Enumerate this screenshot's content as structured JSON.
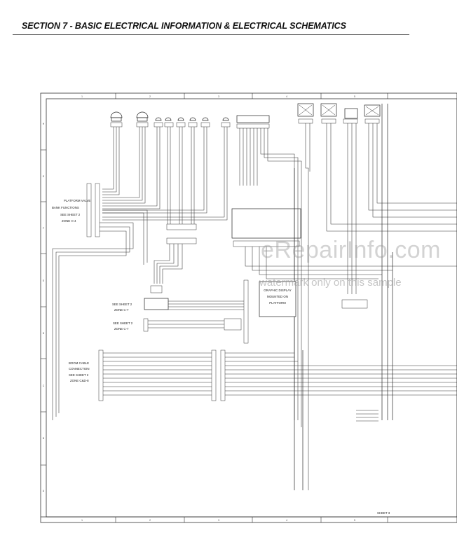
{
  "header": {
    "section_title": "SECTION 7 - BASIC ELECTRICAL INFORMATION & ELECTRICAL SCHEMATICS"
  },
  "grid": {
    "columns": [
      "1",
      "2",
      "3",
      "4",
      "5"
    ],
    "rows": [
      "H",
      "G",
      "F",
      "E",
      "D",
      "C",
      "B",
      "A"
    ]
  },
  "labels": {
    "platform_valve": [
      "PLATFORM VALVE",
      "BANK FUNCTIONS",
      "SEE SHEET 2",
      "ZONE H-4"
    ],
    "see_sheet_c7": [
      "SEE SHEET 2",
      "ZONE C-7"
    ],
    "see_sheet_c7b": [
      "SEE SHEET 2",
      "ZONE C-7"
    ],
    "boom_cable": [
      "BOOM CABLE",
      "CONNECTION",
      "SEE SHEET 2",
      "ZONE C&D-8"
    ],
    "display": [
      "GRAPHIC DISPLAY",
      "MOUNTED ON",
      "PLATFORM"
    ],
    "sheet": "SHEET 3"
  },
  "watermark": {
    "line1": "eRepairInfo.com",
    "line2": "watermark only on this sample"
  },
  "colors": {
    "ink": "#222222",
    "watermark": "#969696"
  }
}
